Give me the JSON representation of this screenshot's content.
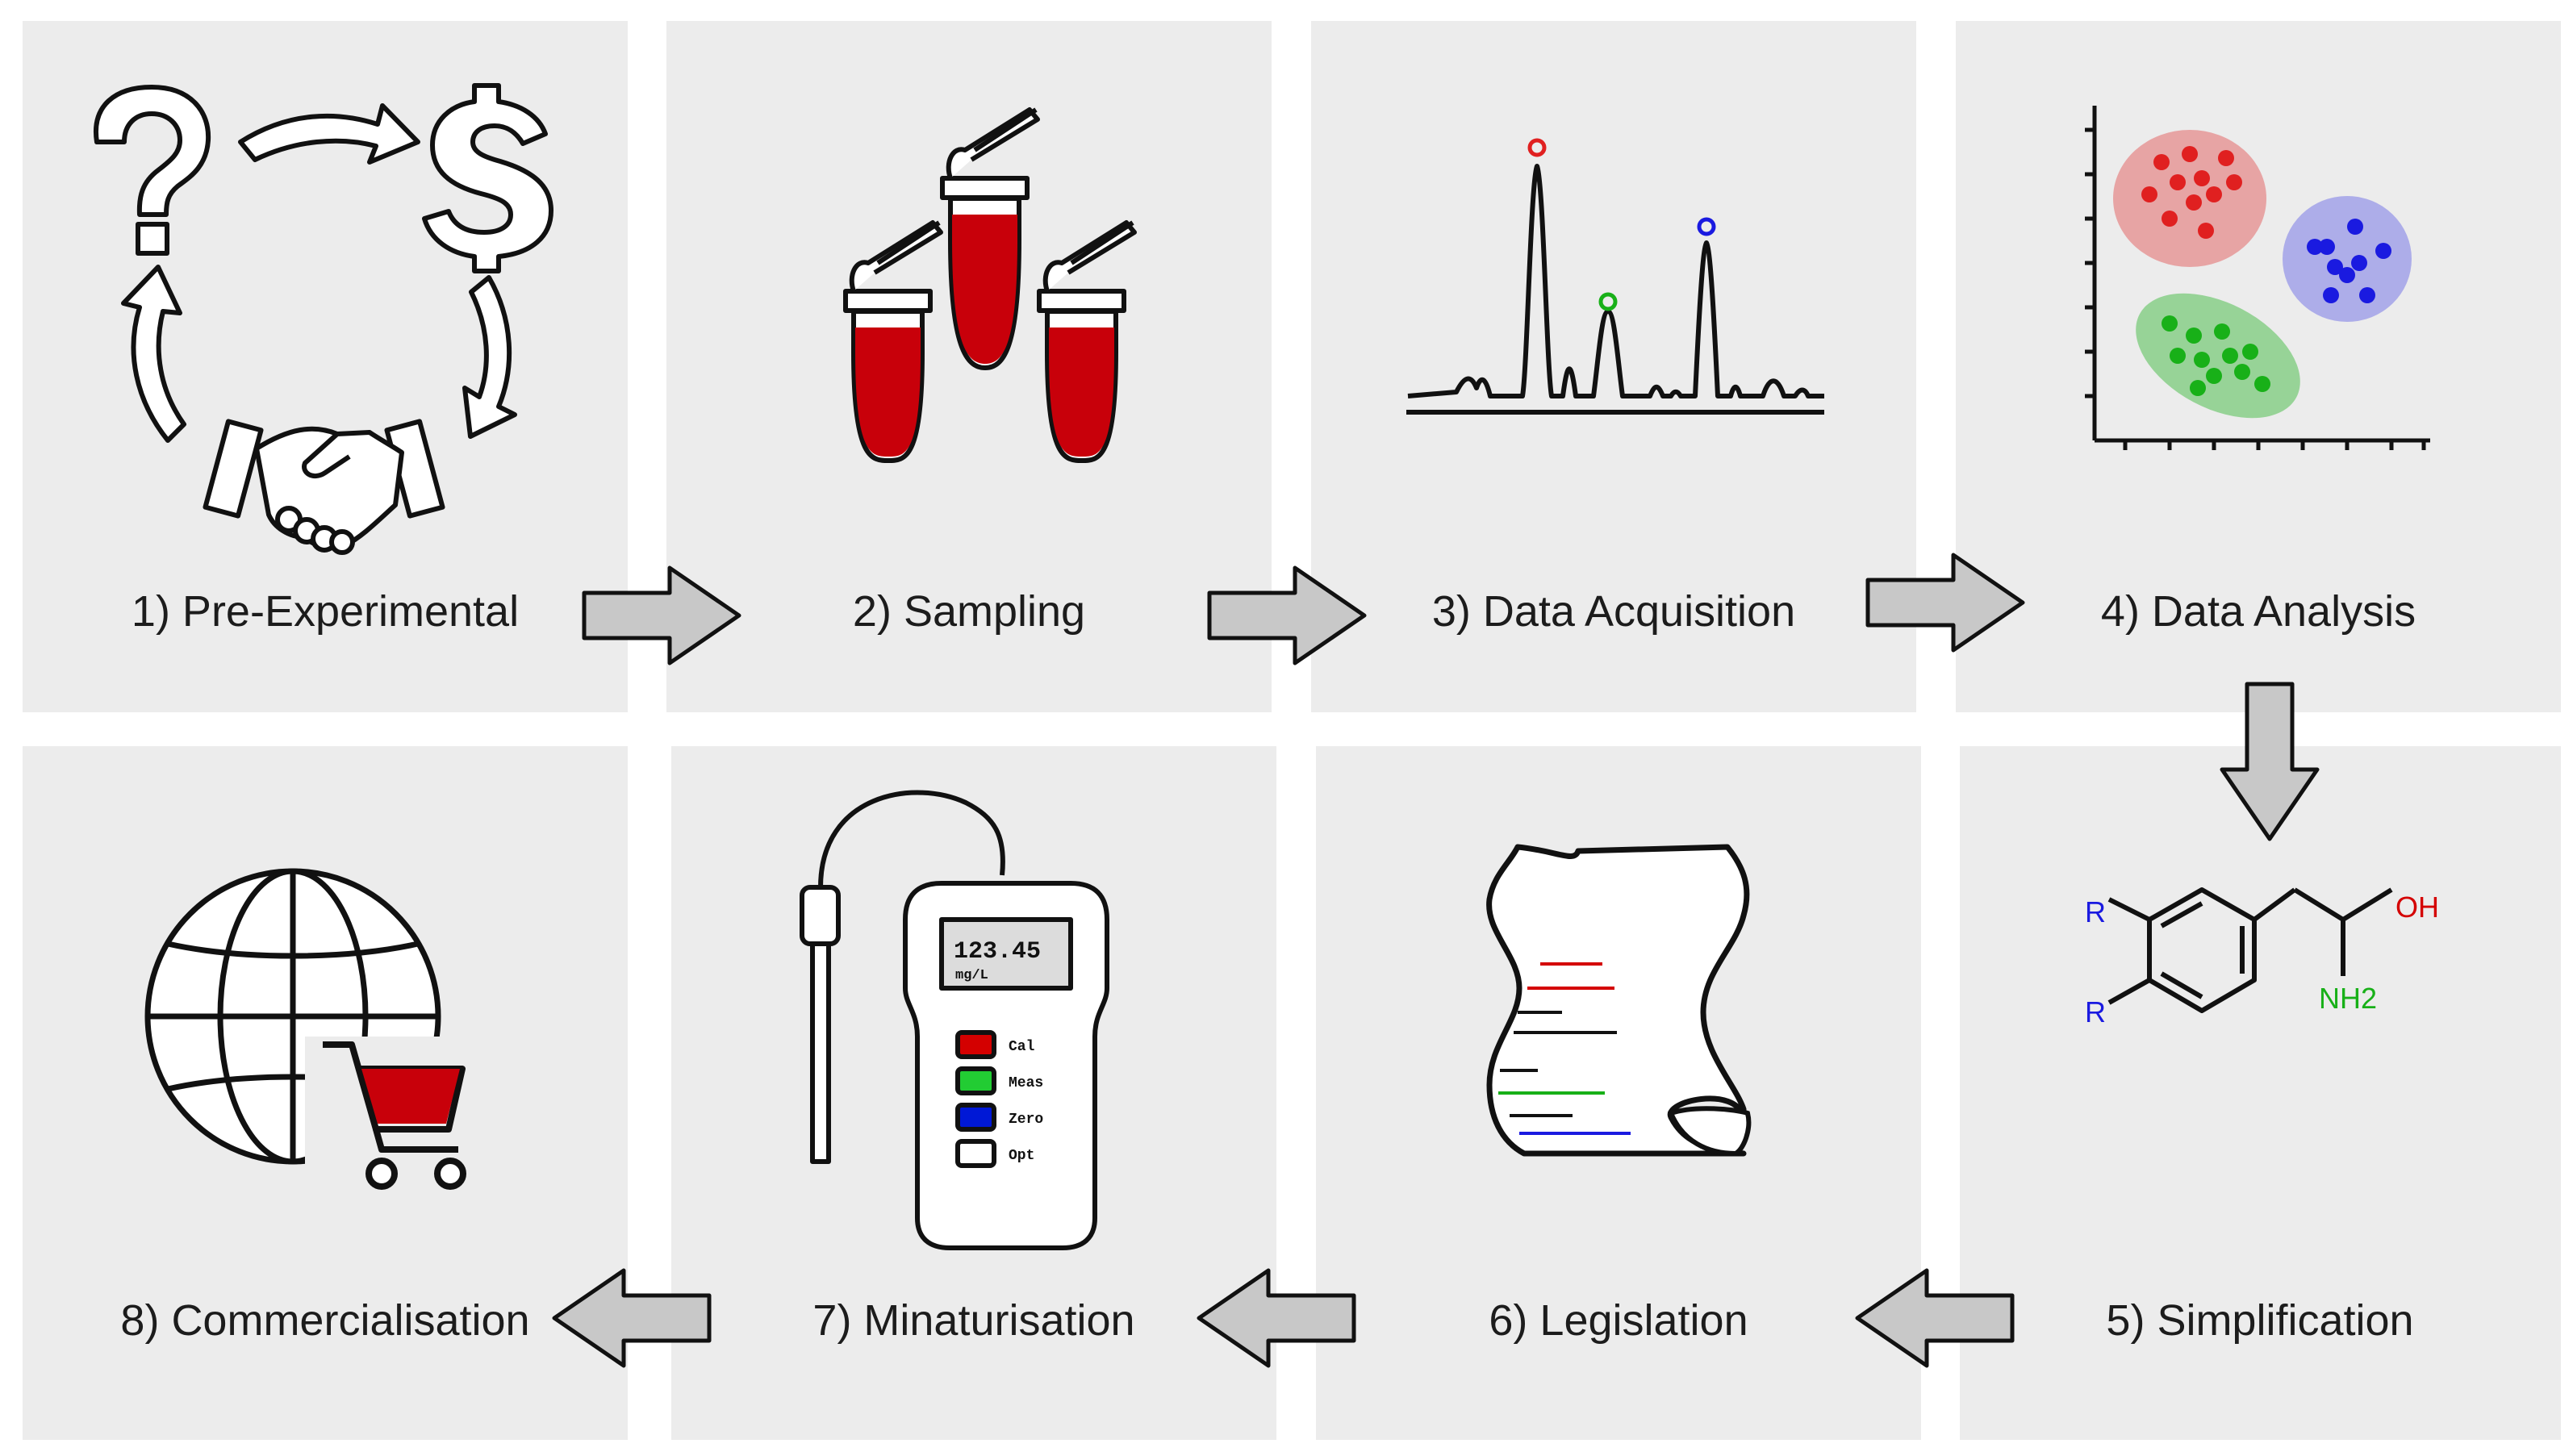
{
  "steps": [
    {
      "num": 1,
      "label": "1) Pre-Experimental"
    },
    {
      "num": 2,
      "label": "2) Sampling"
    },
    {
      "num": 3,
      "label": "3) Data Acquisition"
    },
    {
      "num": 4,
      "label": "4) Data Analysis"
    },
    {
      "num": 5,
      "label": "5) Simplification"
    },
    {
      "num": 6,
      "label": "6) Legislation"
    },
    {
      "num": 7,
      "label": "7) Minaturisation"
    },
    {
      "num": 8,
      "label": "8) Commercialisation"
    }
  ],
  "icons": {
    "pre_experimental": [
      "question-mark-icon",
      "dollar-sign-icon",
      "handshake-icon",
      "cycle-arrows-icon"
    ],
    "sampling": "sample-tubes-icon",
    "data_acquisition": "chromatogram-icon",
    "data_analysis": "cluster-scatter-icon",
    "simplification": "molecule-structure-icon",
    "legislation": "scroll-document-icon",
    "minaturisation": "handheld-meter-icon",
    "commercialisation": "globe-shopping-cart-icon"
  },
  "molecule": {
    "r_top": "R",
    "r_bottom": "R",
    "hydroxyl": "OH",
    "amine": "NH2"
  },
  "meter": {
    "reading": "123.45",
    "unit": "mg/L",
    "buttons": [
      {
        "label": "Cal",
        "color": "#d40000"
      },
      {
        "label": "Meas",
        "color": "#22cc33"
      },
      {
        "label": "Zero",
        "color": "#0018d6"
      },
      {
        "label": "Opt",
        "color": "#ffffff"
      }
    ]
  },
  "colors": {
    "panel_bg": "#ececec",
    "arrow_fill": "#c8c8c8",
    "blood_red": "#c8000a",
    "cluster_red": "#e02020",
    "cluster_blue": "#1a1ae0",
    "cluster_green": "#18b018"
  }
}
